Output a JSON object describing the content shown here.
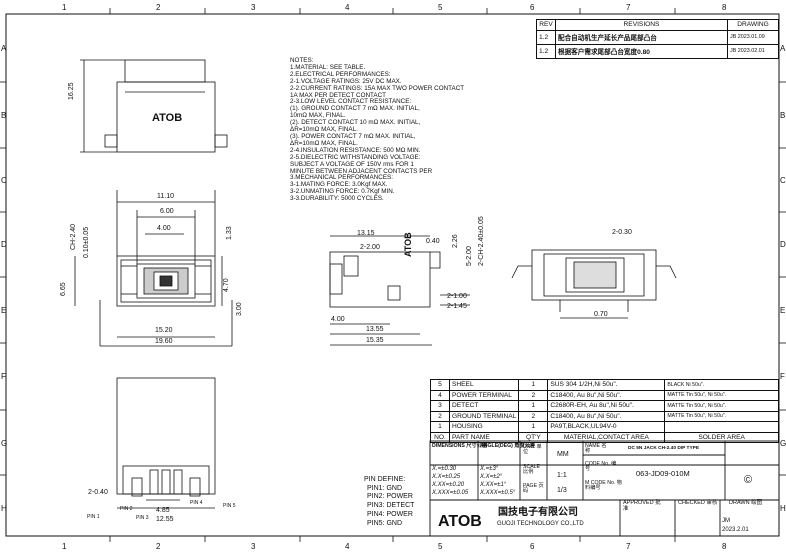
{
  "frame": {
    "col_labels": [
      "1",
      "2",
      "3",
      "4",
      "5",
      "6",
      "7",
      "8"
    ],
    "row_labels": [
      "A",
      "B",
      "C",
      "D",
      "E",
      "F",
      "G",
      "H"
    ]
  },
  "revisions": {
    "header": {
      "rev": "REV",
      "revisions": "REVISIONS",
      "drawing": "DRAWING"
    },
    "rows": [
      {
        "rev": "1.2",
        "desc": "配合自动机生产延长产品尾部凸台",
        "drawing": "JB 2023.01.09"
      },
      {
        "rev": "1.2",
        "desc": "根据客户需求尾部凸台宽度0.80",
        "drawing": "JB 2023.02.01"
      }
    ]
  },
  "notes": [
    "NOTES:",
    "1.MATERIAL: SEE TABLE.",
    "2.ELECTRICAL PERFORMANCES:",
    "  2-1.VOLTAGE RATINGS: 25V DC MAX.",
    "  2-2.CURRENT RATINGS: 15A MAX TWO POWER CONTACT",
    "                                      1A MAX PER DETECT CONTACT",
    "  2-3.LOW LEVEL CONTACT RESISTANCE:",
    "     (1). GROUND CONTACT 7 mΩ MAX. INITIAL,",
    "          10mΩ MAX, FINAL.",
    "     (2). DETECT CONTACT 10 mΩ MAX. INITIAL,",
    "          ΔR=10mΩ MAX, FINAL.",
    "     (3). POWER CONTACT 7 mΩ MAX. INITIAL,",
    "          ΔR=10mΩ MAX, FINAL.",
    "  2-4.INSULATION RESISTANCE: 500 MΩ MIN.",
    "  2-5.DIELECTRIC WITHSTANDING VOLTAGE:",
    "       SUBJECT A VOLTAGE OF 150V rms FOR 1",
    "       MINUTE BETWEEN ADJACENT CONTACTS PER",
    "3.MECHANICAL PERFORMANCES:",
    "  3-1.MATING FORCE: 3.0Kgf MAX.",
    "  3-2.UNMATING FORCE: 0.7Kgf MIN.",
    "  3-3.DURABILITY: 5000 CYCLES."
  ],
  "top_view": {
    "brand": "ATOB",
    "dim_height": "16.25"
  },
  "front_view": {
    "dims": [
      "11.10",
      "6.00",
      "4.00",
      "1.33",
      "CH-2.40",
      "0.10±0.05",
      "6.65",
      "4.70",
      "3.00",
      "15.20",
      "19.60"
    ]
  },
  "side_view": {
    "brand": "ATOB",
    "dims": [
      "13.15",
      "2-2.00",
      "0.40",
      "2.26",
      "5-2.00",
      "2-CH-2.40±0.05",
      "2-1.00",
      "2-1.45",
      "4.00",
      "13.55",
      "15.35"
    ]
  },
  "rear_view": {
    "dims": [
      "2-0.30",
      "0.70"
    ]
  },
  "bottom_view": {
    "dims": [
      "2-0.40",
      "4.85",
      "12.55"
    ],
    "pin_labels": [
      "PIN 1",
      "PIN 2",
      "PIN 3",
      "PIN 4",
      "PIN 5"
    ]
  },
  "pin_define": {
    "title": "PIN DEFINE:",
    "pins": [
      "PIN1: GND",
      "PIN2: POWER",
      "PIN3: DETECT",
      "PIN4: POWER",
      "PIN5: GND"
    ]
  },
  "bom": {
    "header": {
      "no": "NO.",
      "part": "PART NAME",
      "qty": "QT'Y",
      "material": "MATERIAL,CONTACT AREA",
      "solder": "SOLDER AREA"
    },
    "rows": [
      {
        "no": "5",
        "part": "SHEEL",
        "qty": "1",
        "material": "SUS 304 1/2H,Ni 50u\".",
        "solder": "BLACK Ni 50u\"."
      },
      {
        "no": "4",
        "part": "POWER TERMINAL",
        "qty": "2",
        "material": "C18400, Au 8u\",Ni 50u\".",
        "solder": "MATTE Tin 50u\", Ni 50u\"."
      },
      {
        "no": "3",
        "part": "DETECT",
        "qty": "1",
        "material": "C2680R-EH, Au 8u\",Ni 50u\".",
        "solder": "MATTE Tin 50u\", Ni 50u\"."
      },
      {
        "no": "2",
        "part": "GROUND TERMINAL",
        "qty": "2",
        "material": "C18400, Au 8u\",Ni 50u\".",
        "solder": "MATTE Tin 50u\", Ni 50u\"."
      },
      {
        "no": "1",
        "part": "HOUSING",
        "qty": "1",
        "material": "PA9T,BLACK,UL94V-0",
        "solder": ""
      }
    ]
  },
  "title_block": {
    "dimensions_label": "DIMENSIONS 尺寸公差",
    "angle_label": "ANGLE(DEG) 角度公差",
    "tolerances": [
      "X.=±0.30",
      "X.X=±0.25",
      "X.XX=±0.20",
      "X.XXX=±0.05"
    ],
    "angle_tolerances": [
      "X.=±3°",
      "X.X=±2°",
      "X.XX=±1°",
      "X.XXX=±0.5°"
    ],
    "unit_label": "UNIT 单位",
    "unit": "MM",
    "name_label": "NAME 名称",
    "name": "DC 5N JACK CH-2.40 DIP TYPE",
    "scale_label": "SCALE 比例",
    "scale": "1:1",
    "code_label": "CODE No. 编号",
    "code": "063-JD09-010M",
    "page_label": "PAGE 页码",
    "page": "1/3",
    "mcode_label": "M CODE No. 物料编号",
    "company_cn": "国技电子有限公司",
    "company_en": "GUOJI TECHNOLOGY CO.,LTD",
    "brand": "ATOB",
    "approved_label": "APPROVED 批准",
    "checked_label": "CHECKED 审核",
    "drawn_label": "DRAWN 绘图",
    "drawn_by": "JM",
    "drawn_date": "2023.2.01",
    "copyright": "©"
  }
}
